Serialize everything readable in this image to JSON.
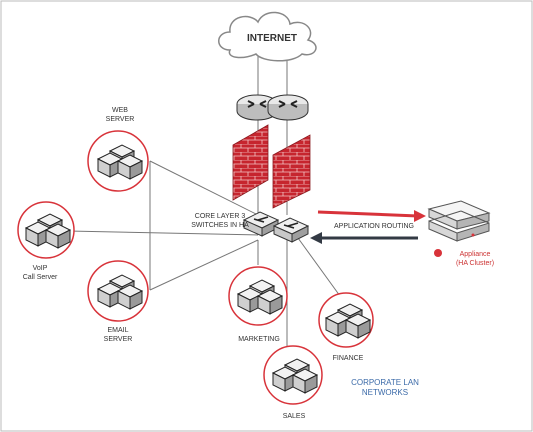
{
  "labels": {
    "internet": "INTERNET",
    "web_server": "WEB\nSERVER",
    "voip_server": "VoIP\nCall Server",
    "email_server": "EMAIL\nSERVER",
    "core_switches": "CORE LAYER 3\nSWITCHES IN HA",
    "app_routing": "APPLICATION ROUTING",
    "appliance": "Appliance\n(HA Cluster)",
    "marketing": "MARKETING",
    "finance": "FINANCE",
    "sales": "SALES",
    "corporate_lan": "CORPORATE LAN\nNETWORKS"
  },
  "colors": {
    "accent_red": "#d8333a",
    "firewall_red": "#c6252e",
    "arrow_dark": "#333a44",
    "line_gray": "#777777",
    "corporate_blue": "#3b6aa8"
  },
  "icons": [
    "cloud-icon",
    "router-icon",
    "firewall-icon",
    "switch-icon",
    "server-icon",
    "appliance-icon"
  ]
}
